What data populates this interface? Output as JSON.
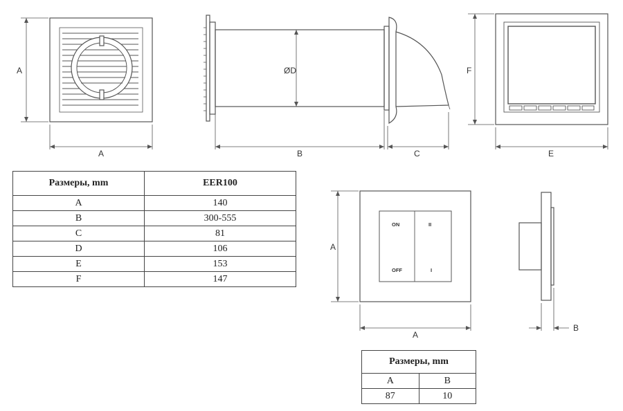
{
  "labels": {
    "grille_width": "A",
    "grille_height": "A",
    "duct_length": "B",
    "duct_diameter": "ØD",
    "hood_depth": "C",
    "hood_width": "E",
    "hood_height": "F",
    "switch_width": "A",
    "switch_height": "A",
    "switch_depth": "B"
  },
  "switch_face": {
    "on": "ON",
    "off": "OFF",
    "two": "II",
    "one": "I"
  },
  "table_main": {
    "header": [
      "Размеры, mm",
      "EER100"
    ],
    "rows": [
      [
        "A",
        "140"
      ],
      [
        "B",
        "300-555"
      ],
      [
        "C",
        "81"
      ],
      [
        "D",
        "106"
      ],
      [
        "E",
        "153"
      ],
      [
        "F",
        "147"
      ]
    ]
  },
  "table_switch": {
    "title": "Размеры, mm",
    "header": [
      "A",
      "B"
    ],
    "row": [
      "87",
      "10"
    ]
  }
}
